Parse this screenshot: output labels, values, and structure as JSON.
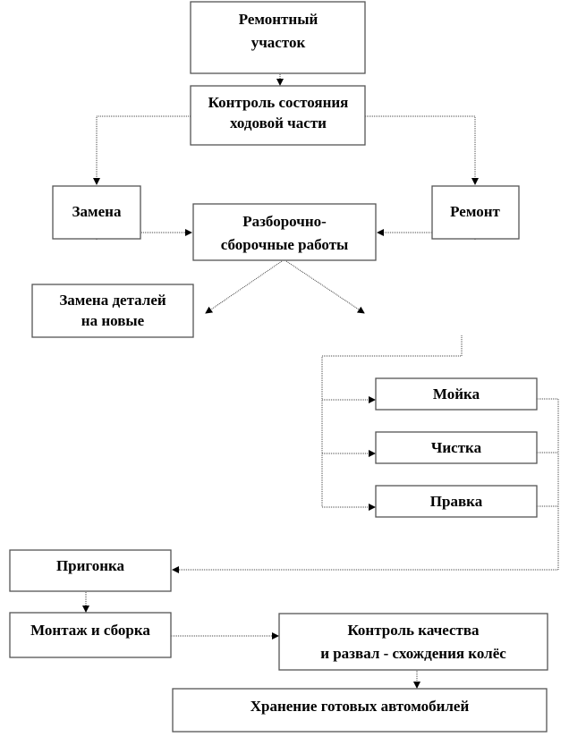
{
  "nodes": {
    "repair_shop": [
      "Ремонтный",
      "участок"
    ],
    "chassis_check": [
      "Контроль состояния",
      "ходовой части"
    ],
    "replace": "Замена",
    "repair": "Ремонт",
    "disassembly": [
      "Разборочно-",
      "сборочные работы"
    ],
    "replace_parts": [
      "Замена деталей",
      "на новые"
    ],
    "washing": "Мойка",
    "cleaning": "Чистка",
    "straightening": "Правка",
    "fitting": "Пригонка",
    "assembly": "Монтаж  и сборка",
    "quality_check": [
      "Контроль качества",
      "и развал  - схождения колёс"
    ],
    "storage": "Хранение  готовых автомобилей"
  }
}
